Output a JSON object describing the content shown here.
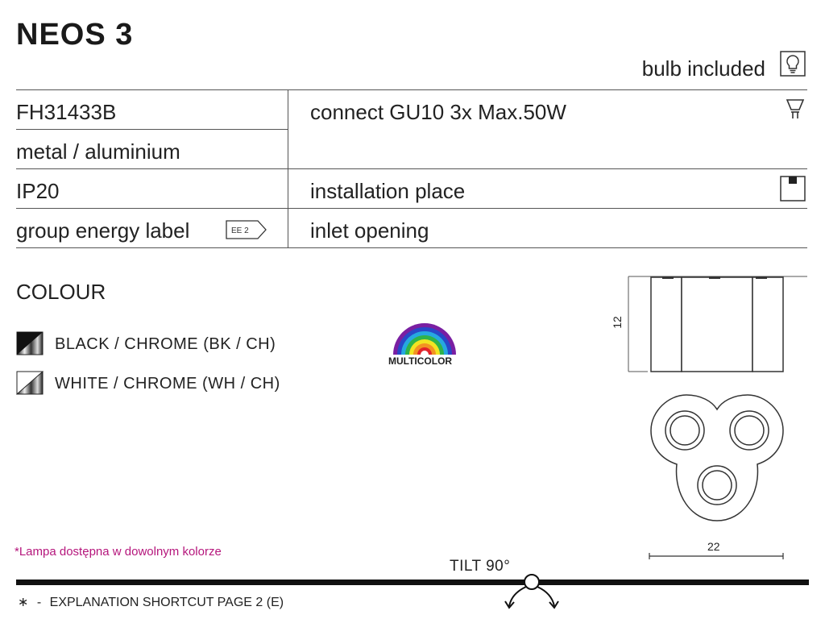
{
  "product": {
    "title": "NEOS 3"
  },
  "header": {
    "bulb_text": "bulb included",
    "bulb_icon": "lightbulb-icon"
  },
  "specs": {
    "code": "FH31433B",
    "material": "metal / aluminium",
    "ip": "IP20",
    "energy_label_text": "group energy label",
    "energy_badge": "EE 2",
    "connect": "connect GU10 3x Max.50W",
    "connect_icon": "gu10-bulb-icon",
    "installation": "installation place",
    "installation_icon": "ceiling-mount-icon",
    "inlet": "inlet opening"
  },
  "colour": {
    "heading": "COLOUR",
    "items": [
      {
        "label": "BLACK / CHROME (BK / CH)",
        "icon": "black-chrome-swatch-icon"
      },
      {
        "label": "WHITE / CHROME (WH / CH)",
        "icon": "white-chrome-swatch-icon"
      }
    ],
    "multicolor_label": "MULTICOLOR",
    "multicolor_icon": "rainbow-icon"
  },
  "drawing": {
    "height": "12",
    "width": "22",
    "tilt": "TILT 90°"
  },
  "note": "*Lampa dostępna w dowolnym kolorze",
  "footer": {
    "asterisk": "∗",
    "dash": "-",
    "text": "EXPLANATION SHORTCUT PAGE 2 (E)"
  },
  "colors": {
    "accent_note": "#b5167c",
    "line": "#555555",
    "text": "#222222"
  }
}
